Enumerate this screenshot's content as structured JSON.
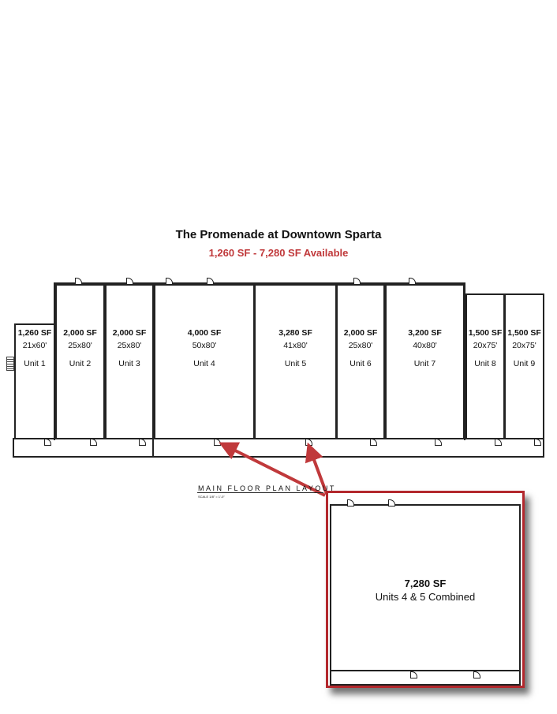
{
  "title": "The Promenade at Downtown Sparta",
  "subtitle": "1,260 SF - 7,280 SF Available",
  "colors": {
    "accent": "#c0393b",
    "walls": "#222222"
  },
  "units": [
    {
      "sf": "1,260 SF",
      "dims": "21x60'",
      "name": "Unit 1"
    },
    {
      "sf": "2,000 SF",
      "dims": "25x80'",
      "name": "Unit 2"
    },
    {
      "sf": "2,000 SF",
      "dims": "25x80'",
      "name": "Unit 3"
    },
    {
      "sf": "4,000 SF",
      "dims": "50x80'",
      "name": "Unit 4"
    },
    {
      "sf": "3,280 SF",
      "dims": "41x80'",
      "name": "Unit 5"
    },
    {
      "sf": "2,000 SF",
      "dims": "25x80'",
      "name": "Unit 6"
    },
    {
      "sf": "3,200 SF",
      "dims": "40x80'",
      "name": "Unit 7"
    },
    {
      "sf": "1,500 SF",
      "dims": "20x75'",
      "name": "Unit 8"
    },
    {
      "sf": "1,500 SF",
      "dims": "20x75'",
      "name": "Unit 9"
    }
  ],
  "plan_caption": "MAIN FLOOR PLAN LAYOUT",
  "plan_scale": "SCALE 1/8\" = 1'-0\"",
  "combined": {
    "sf": "7,280 SF",
    "label": "Units 4 & 5 Combined"
  }
}
